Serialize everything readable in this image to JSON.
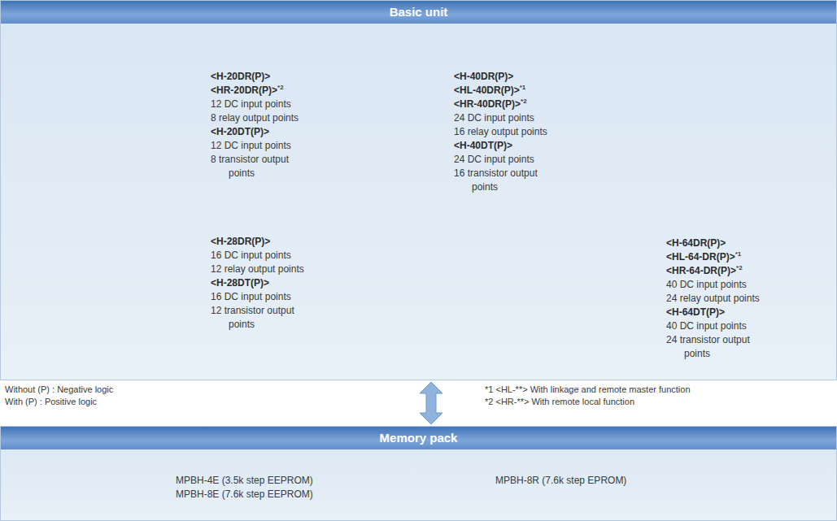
{
  "diagram": {
    "nodes": [
      {
        "text": [
          "Basic unit",
          "<H-20DR(P)>",
          "<HR-20DR(P)>",
          "*2",
          "12 DC input points",
          "8 relay output points",
          "<H-20DT(P)>",
          "12 DC input points",
          "8 transistor output points",
          "<H-40DR(P)>",
          "<HL-40DR(P)>",
          "*1",
          "<HR-40DR(P)>",
          "*2",
          "24 DC input points",
          "16 relay output points",
          "<H-40DT(P)>",
          "24 DC input points",
          "16 transistor output points",
          "<H-28DR(P)>",
          "16 DC input points",
          "12 relay output points",
          "<H-28DT(P)>",
          "16 DC input points",
          "12 transistor output points",
          "<H-64DR(P)>",
          "<HL-64-DR(P)>",
          "*1",
          "<HR-64-DR(P)>",
          "*2",
          "40 DC input points",
          "24 relay output points",
          "<H-64DT(P)>",
          "40 DC input points",
          "24 transistor output points"
        ]
      },
      {
        "text": [
          "Memory pack",
          "MPBH-4E (3.5k step EEPROM)",
          "MPBH-8E (7.6k step EEPROM)",
          "MPBH-8R (7.6k step EPROM)"
        ]
      }
    ],
    "edges": [
      {
        "from": 0,
        "to": 1,
        "arrow": "both"
      }
    ],
    "labels": [
      "Without (P) : Negative logic",
      "With (P) : Positive logic",
      "*1 <HL-**> With linkage and remote master function",
      "*2 <HR-**> With remote local function"
    ]
  }
}
